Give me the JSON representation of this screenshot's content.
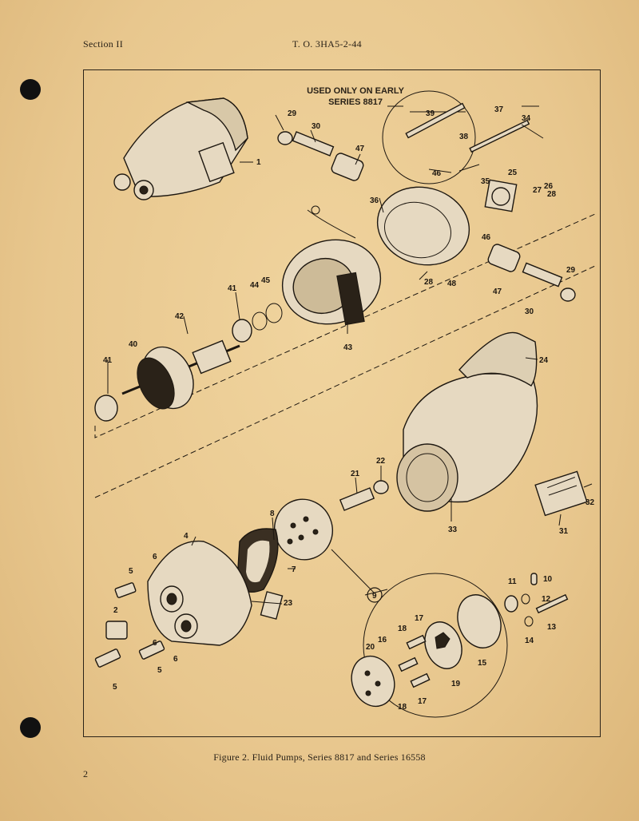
{
  "header": {
    "section": "Section II",
    "tech_order": "T. O.  3HA5-2-44"
  },
  "figure": {
    "note": {
      "line1": "USED ONLY ON EARLY",
      "line2": "SERIES 8817"
    },
    "callouts": [
      {
        "id": "c1",
        "label": "1"
      },
      {
        "id": "c2",
        "label": "2"
      },
      {
        "id": "c4",
        "label": "4"
      },
      {
        "id": "c5a",
        "label": "5"
      },
      {
        "id": "c5b",
        "label": "5"
      },
      {
        "id": "c5c",
        "label": "5"
      },
      {
        "id": "c6a",
        "label": "6"
      },
      {
        "id": "c6b",
        "label": "6"
      },
      {
        "id": "c6c",
        "label": "6"
      },
      {
        "id": "c7",
        "label": "7"
      },
      {
        "id": "c8",
        "label": "8"
      },
      {
        "id": "c9",
        "label": "9"
      },
      {
        "id": "c10",
        "label": "10"
      },
      {
        "id": "c11",
        "label": "11"
      },
      {
        "id": "c12",
        "label": "12"
      },
      {
        "id": "c13",
        "label": "13"
      },
      {
        "id": "c14",
        "label": "14"
      },
      {
        "id": "c15",
        "label": "15"
      },
      {
        "id": "c16",
        "label": "16"
      },
      {
        "id": "c17a",
        "label": "17"
      },
      {
        "id": "c17b",
        "label": "17"
      },
      {
        "id": "c18a",
        "label": "18"
      },
      {
        "id": "c18b",
        "label": "18"
      },
      {
        "id": "c19",
        "label": "19"
      },
      {
        "id": "c20",
        "label": "20"
      },
      {
        "id": "c21",
        "label": "21"
      },
      {
        "id": "c22",
        "label": "22"
      },
      {
        "id": "c23",
        "label": "23"
      },
      {
        "id": "c24",
        "label": "24"
      },
      {
        "id": "c25",
        "label": "25"
      },
      {
        "id": "c26",
        "label": "26"
      },
      {
        "id": "c27",
        "label": "27"
      },
      {
        "id": "c28a",
        "label": "28"
      },
      {
        "id": "c28b",
        "label": "28"
      },
      {
        "id": "c29a",
        "label": "29"
      },
      {
        "id": "c29b",
        "label": "29"
      },
      {
        "id": "c30a",
        "label": "30"
      },
      {
        "id": "c30b",
        "label": "30"
      },
      {
        "id": "c31",
        "label": "31"
      },
      {
        "id": "c32",
        "label": "32"
      },
      {
        "id": "c33",
        "label": "33"
      },
      {
        "id": "c34",
        "label": "34"
      },
      {
        "id": "c35",
        "label": "35"
      },
      {
        "id": "c36",
        "label": "36"
      },
      {
        "id": "c37",
        "label": "37"
      },
      {
        "id": "c38",
        "label": "38"
      },
      {
        "id": "c39",
        "label": "39"
      },
      {
        "id": "c40",
        "label": "40"
      },
      {
        "id": "c41a",
        "label": "41"
      },
      {
        "id": "c41b",
        "label": "41"
      },
      {
        "id": "c42",
        "label": "42"
      },
      {
        "id": "c43",
        "label": "43"
      },
      {
        "id": "c44",
        "label": "44"
      },
      {
        "id": "c45",
        "label": "45"
      },
      {
        "id": "c46a",
        "label": "46"
      },
      {
        "id": "c46b",
        "label": "46"
      },
      {
        "id": "c47a",
        "label": "47"
      },
      {
        "id": "c47b",
        "label": "47"
      },
      {
        "id": "c48",
        "label": "48"
      }
    ],
    "caption": "Figure 2.  Fluid Pumps, Series 8817 and Series 16558"
  },
  "footer": {
    "page_number": "2"
  }
}
